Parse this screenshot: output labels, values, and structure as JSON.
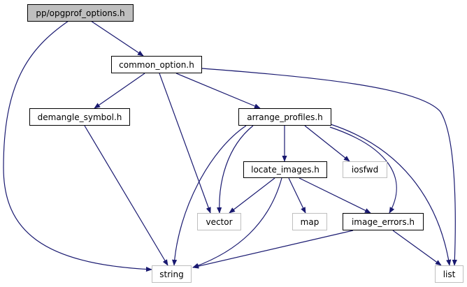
{
  "colors": {
    "edge": "#191970",
    "root_fill": "#bfbfbf",
    "external_border": "#bfbfbf",
    "node_border": "#000000"
  },
  "nodes": {
    "root": {
      "label": "pp/opgprof_options.h",
      "kind": "root"
    },
    "common_option": {
      "label": "common_option.h",
      "kind": "header"
    },
    "demangle_symbol": {
      "label": "demangle_symbol.h",
      "kind": "header"
    },
    "arrange_profiles": {
      "label": "arrange_profiles.h",
      "kind": "header"
    },
    "locate_images": {
      "label": "locate_images.h",
      "kind": "header"
    },
    "iosfwd": {
      "label": "iosfwd",
      "kind": "external"
    },
    "vector": {
      "label": "vector",
      "kind": "external"
    },
    "map": {
      "label": "map",
      "kind": "external"
    },
    "image_errors": {
      "label": "image_errors.h",
      "kind": "header"
    },
    "string": {
      "label": "string",
      "kind": "external"
    },
    "list": {
      "label": "list",
      "kind": "external"
    }
  },
  "edges": [
    {
      "from": "root",
      "to": "common_option"
    },
    {
      "from": "root",
      "to": "string"
    },
    {
      "from": "common_option",
      "to": "demangle_symbol"
    },
    {
      "from": "common_option",
      "to": "vector"
    },
    {
      "from": "common_option",
      "to": "arrange_profiles"
    },
    {
      "from": "common_option",
      "to": "list"
    },
    {
      "from": "demangle_symbol",
      "to": "string"
    },
    {
      "from": "arrange_profiles",
      "to": "string"
    },
    {
      "from": "arrange_profiles",
      "to": "vector"
    },
    {
      "from": "arrange_profiles",
      "to": "locate_images"
    },
    {
      "from": "arrange_profiles",
      "to": "iosfwd"
    },
    {
      "from": "arrange_profiles",
      "to": "image_errors"
    },
    {
      "from": "arrange_profiles",
      "to": "list"
    },
    {
      "from": "locate_images",
      "to": "vector"
    },
    {
      "from": "locate_images",
      "to": "string"
    },
    {
      "from": "locate_images",
      "to": "map"
    },
    {
      "from": "locate_images",
      "to": "image_errors"
    },
    {
      "from": "image_errors",
      "to": "string"
    },
    {
      "from": "image_errors",
      "to": "list"
    }
  ]
}
